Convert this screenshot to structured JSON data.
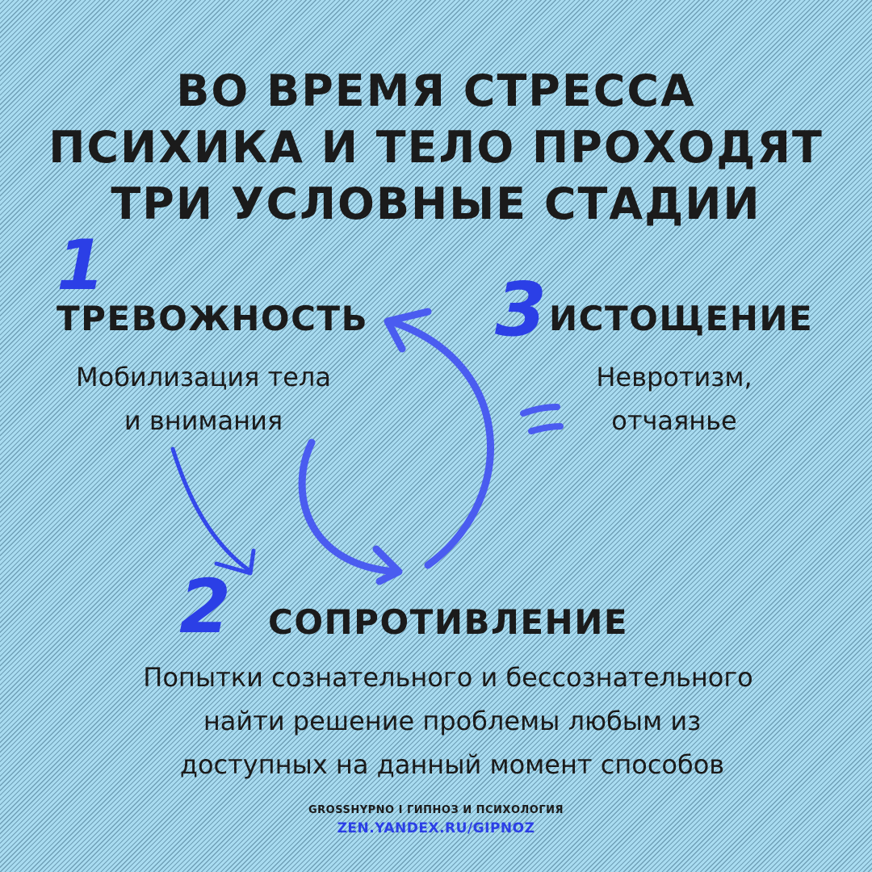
{
  "title": {
    "line1": "ВО ВРЕМЯ СТРЕССА",
    "line2": "ПСИХИКА И ТЕЛО ПРОХОДЯТ",
    "line3": "ТРИ УСЛОВНЫЕ СТАДИИ"
  },
  "stages": {
    "s1": {
      "number": "1",
      "title": "ТРЕВОЖНОСТЬ",
      "desc_line1": "Мобилизация тела",
      "desc_line2": "и внимания"
    },
    "s2": {
      "number": "2",
      "title": "СОПРОТИВЛЕНИЕ",
      "desc_line1": "Попытки сознательного и бессознательного",
      "desc_line2": "найти решение проблемы любым из",
      "desc_line3": "доступных на данный момент способов"
    },
    "s3": {
      "number": "3",
      "title": "ИСТОЩЕНИЕ",
      "desc_line1": "Невротизм,",
      "desc_line2": "отчаянье"
    }
  },
  "equals_sign": "=",
  "footer": {
    "brand": "GROSSHYPNO I ГИПНОЗ И ПСИХОЛОГИЯ",
    "url": "ZEN.YANDEX.RU/GIPNOZ"
  },
  "colors": {
    "accent_blue": "#2b3fe6",
    "arrow_blue": "#4a5cf0",
    "text": "#1b1b1b",
    "background": "#a6d9ee"
  },
  "icons": [
    "arrow-stage1-to-stage2-icon",
    "cycle-arrow-up-icon",
    "cycle-arrow-down-icon",
    "equals-icon"
  ]
}
